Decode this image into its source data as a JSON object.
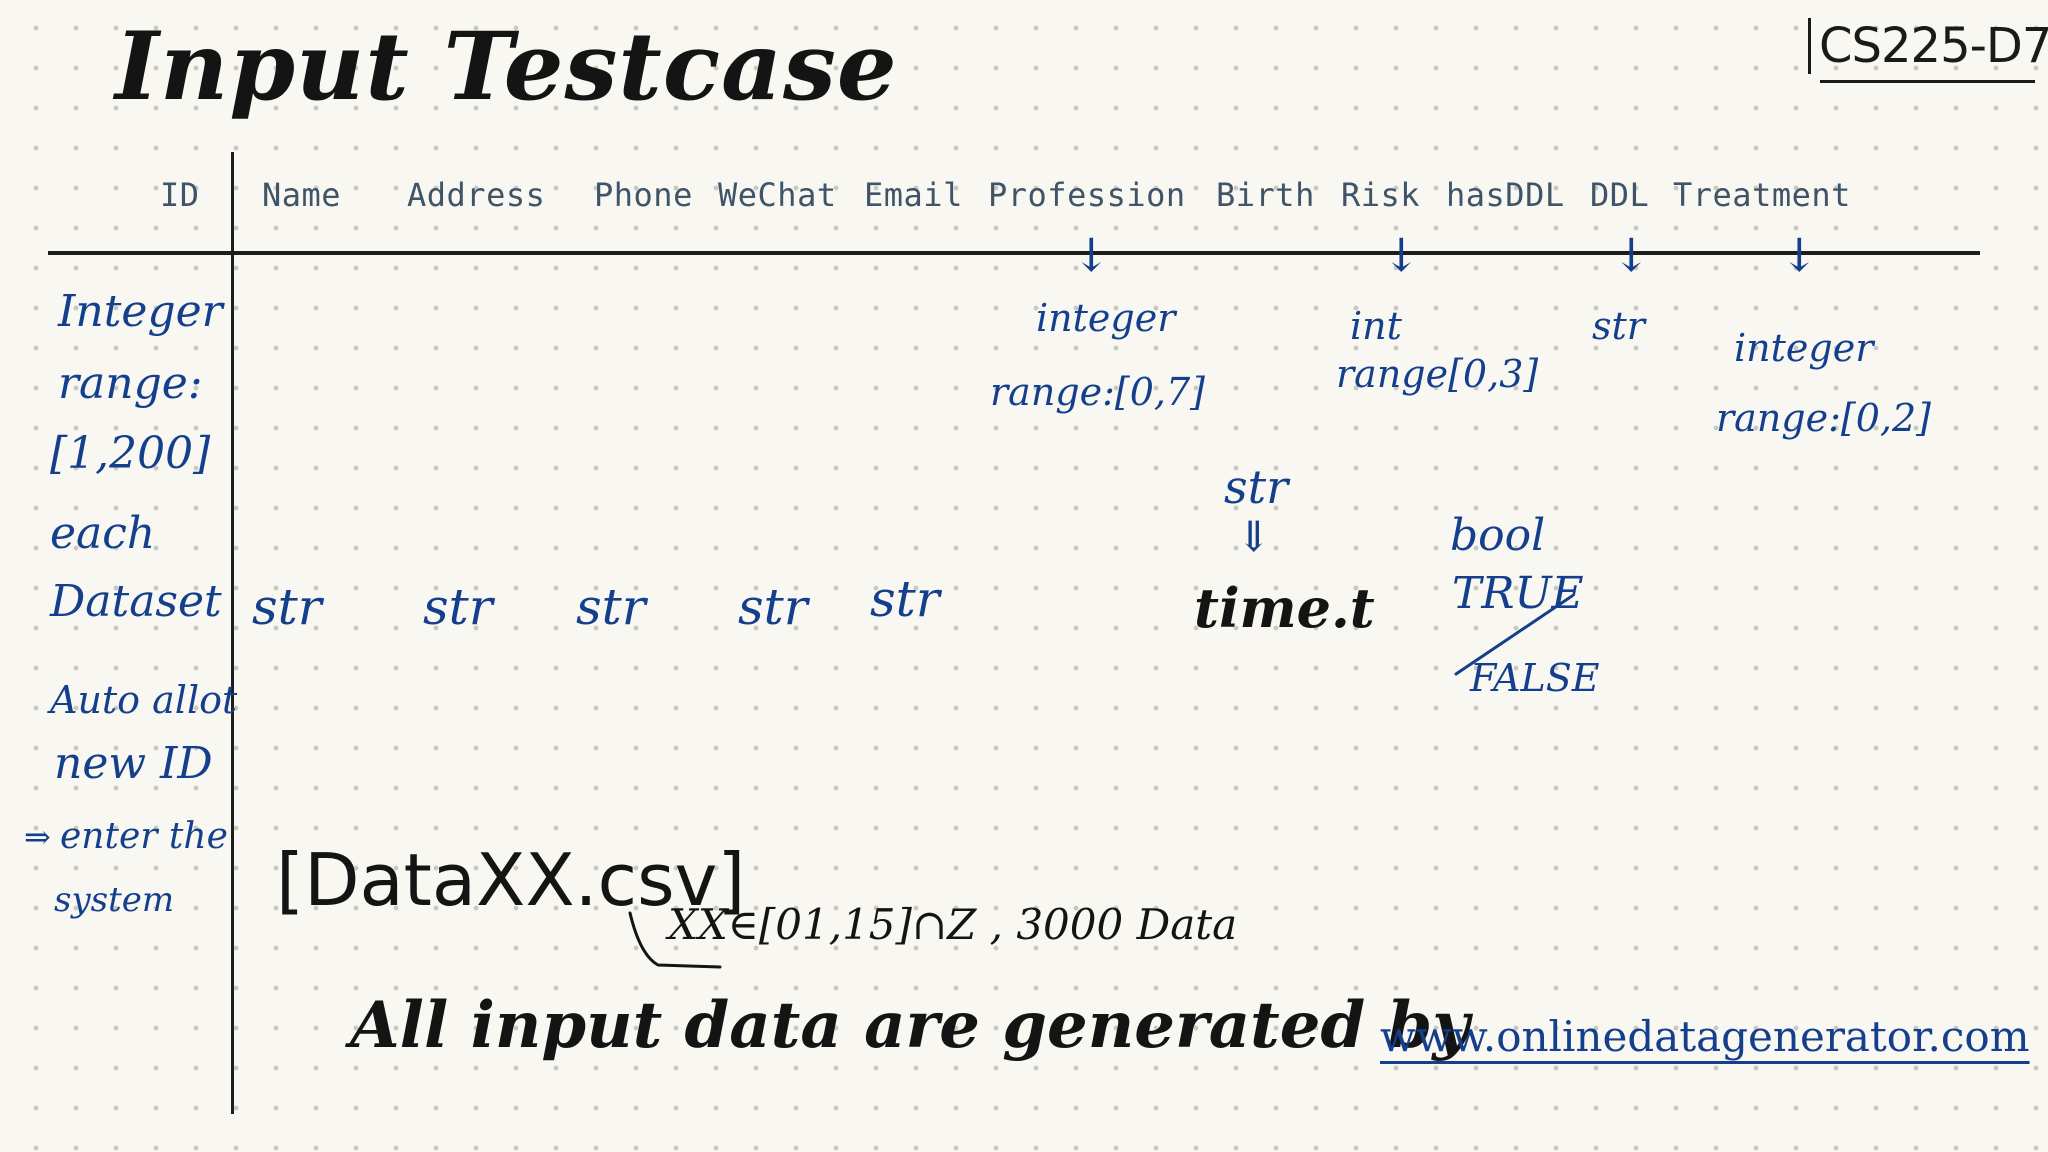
{
  "title": "Input Testcase",
  "course_code": "CS225-D7",
  "columns": [
    "ID",
    "Name",
    "Address",
    "Phone",
    "WeChat",
    "Email",
    "Profession",
    "Birth",
    "Risk",
    "hasDDL",
    "DDL",
    "Treatment"
  ],
  "left_note": {
    "line1": "Integer",
    "line2": "range:",
    "line3": "[1,200]",
    "line4": "each",
    "line5": "Dataset",
    "line6": "Auto allot",
    "line7": "new ID",
    "line8": "enter the",
    "line9": "system",
    "bullet": "⇒"
  },
  "str_label": "str",
  "annotations": {
    "profession_type": "integer",
    "profession_range": "range:[0,7]",
    "risk_type": "int",
    "risk_range": "range[0,3]",
    "ddl_type": "str",
    "treatment_type": "integer",
    "treatment_range": "range:[0,2]",
    "birth_type": "str",
    "birth_converted": "time.t",
    "hasddl_type": "bool",
    "hasddl_true": "TRUE",
    "hasddl_false": "FALSE",
    "arrow_glyph": "↓",
    "double_arrow_glyph": "⇓"
  },
  "file_format": "[DataXX.csv]",
  "file_note": "XX∈[01,15]∩Z , 3000 Data",
  "footer_text": "All input data are generated by",
  "footer_link": "www.onlinedatagenerator.com",
  "colors": {
    "ink": "#141414",
    "blue_ink": "#143f8c",
    "header": "#3f5467",
    "paper": "#f8f7f1"
  }
}
